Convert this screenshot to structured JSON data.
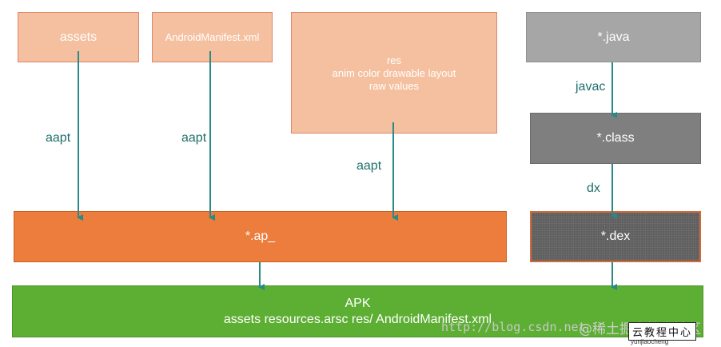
{
  "nodes": {
    "assets": "assets",
    "manifest": "AndroidManifest.xml",
    "res_title": "res",
    "res_line1": "anim color drawable layout",
    "res_line2": "raw values",
    "java": "*.java",
    "class": "*.class",
    "ap": "*.ap_",
    "dex": "*.dex",
    "apk_title": "APK",
    "apk_line": "assets resources.arsc res/ AndroidManifest.xml"
  },
  "edges": {
    "aapt1": "aapt",
    "aapt2": "aapt",
    "aapt3": "aapt",
    "javac": "javac",
    "dx": "dx"
  },
  "watermark": {
    "url": "http://blog.csdn.net",
    "cn_left": "@稀土掘金技术社区",
    "cn_badge": "云教程中心",
    "cn_sub": "yunjiaocheng"
  },
  "colors": {
    "source_box": "#f5c09f",
    "intermediate": "#ed7d3d",
    "apk": "#5daf33",
    "java": "#a6a6a6",
    "class": "#7f7f7f",
    "dex": "#5e5e5e",
    "arrow": "#2a8a87"
  }
}
